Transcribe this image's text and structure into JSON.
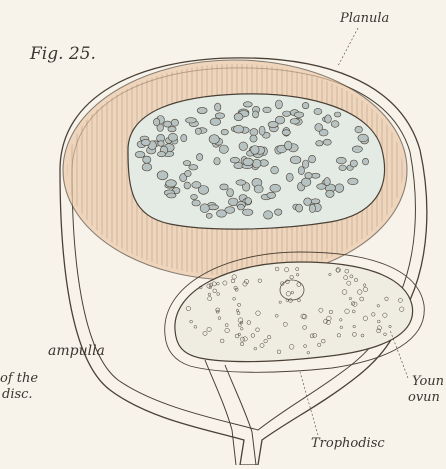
{
  "figure": {
    "number_label": "Fig. 25."
  },
  "labels": {
    "planula": "Planula",
    "ampulla": "ampulla",
    "of_the": "of the",
    "disc": "disc.",
    "young": "Youn",
    "ovum": "ovun",
    "trophodisc": "Trophodisc"
  },
  "colors": {
    "paper": "#f7f3ea",
    "ink": "#3a342c",
    "ectoderm_tint": "#ecc9a9",
    "core_fill": "#e4ebe4",
    "cell_fill": "#b7c3c2"
  }
}
